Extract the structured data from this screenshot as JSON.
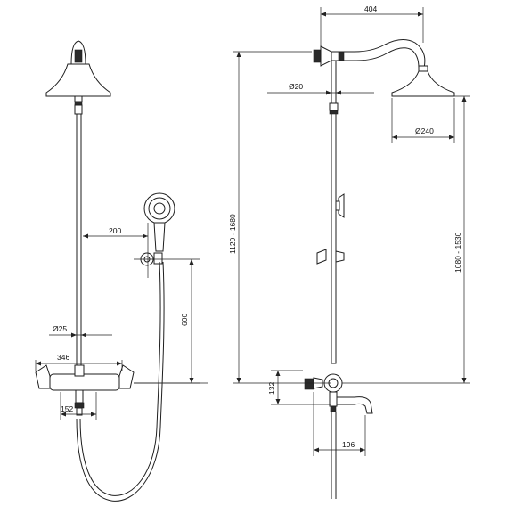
{
  "dimensions": {
    "left_view": {
      "hand_shower_arm_offset": "200",
      "slide_bar_height": "600",
      "pipe_diameter": "Ø25",
      "mixer_width": "346",
      "mixer_inlet_spacing": "152"
    },
    "right_view": {
      "head_arm_reach": "404",
      "riser_diameter": "Ø20",
      "head_diameter": "Ø240",
      "total_height_range": "1120 - 1680",
      "head_height_range": "1080 - 1530",
      "mixer_to_spout_height": "132",
      "spout_reach": "196"
    }
  }
}
